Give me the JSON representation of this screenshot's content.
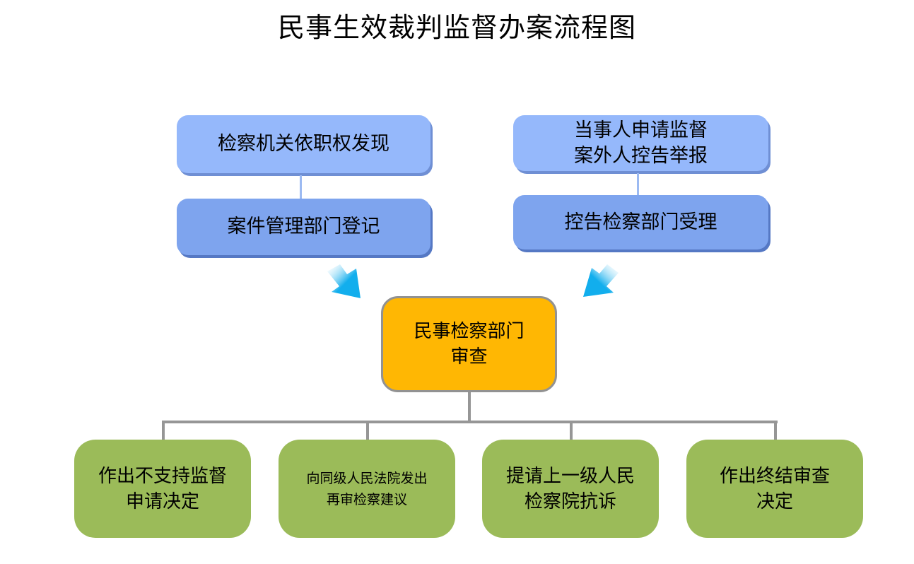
{
  "title": "民事生效裁判监督办案流程图",
  "colors": {
    "top_box": "#95b8fb",
    "second_box": "#7ea4ee",
    "center_box": "#ffb703",
    "outcome_box": "#9bbb59",
    "arrow": "#12aeed",
    "connector": "#969696"
  },
  "sources": {
    "left": {
      "origin": [
        "检察机关依职权发现"
      ],
      "registration": [
        "案件管理部门登记"
      ]
    },
    "right": {
      "origin": [
        "当事人申请监督",
        "案外人控告举报"
      ],
      "registration": [
        "控告检察部门受理"
      ]
    }
  },
  "review": [
    "民事检察部门",
    "审查"
  ],
  "outcomes": [
    [
      "作出不支持监督",
      "申请决定"
    ],
    [
      "向同级人民法院发出",
      "再审检察建议"
    ],
    [
      "提请上一级人民",
      "检察院抗诉"
    ],
    [
      "作出终结审查",
      "决定"
    ]
  ]
}
